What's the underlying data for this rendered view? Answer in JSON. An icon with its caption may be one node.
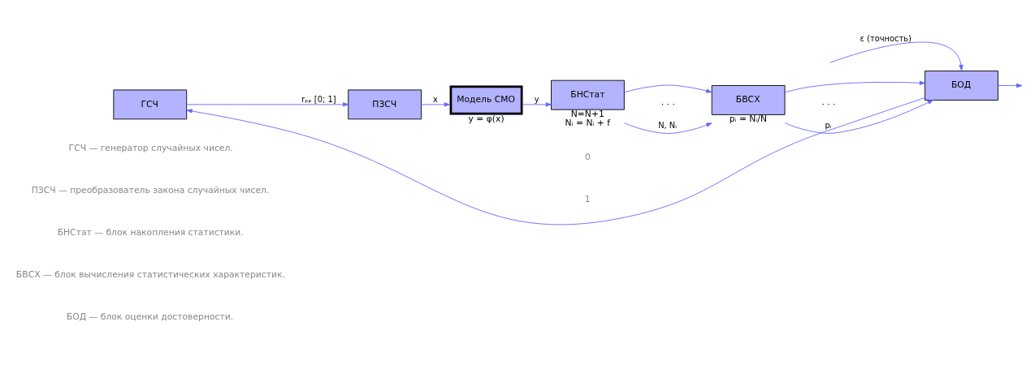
{
  "diagram": {
    "nodes": [
      {
        "text": [
          "ГСЧ"
        ]
      },
      {
        "text": [
          "ПЗСЧ"
        ]
      },
      {
        "text": [
          "Модель СМО"
        ],
        "beside": [
          "y = φ(x)"
        ]
      },
      {
        "text": [
          "БНСтат"
        ],
        "beside": [
          "N=N+1",
          "Nᵢ = Nᵢ + f"
        ]
      },
      {
        "text": [
          "БВСХ"
        ],
        "beside": [
          "pᵢ = Nᵢ/N"
        ]
      },
      {
        "text": [
          "БОД"
        ]
      }
    ],
    "edges": [
      {
        "from": 0,
        "to": 1,
        "arrow": "to",
        "label": "rₚₚ [0; 1]"
      },
      {
        "from": 1,
        "to": 2,
        "arrow": "to",
        "label": "x"
      },
      {
        "from": 2,
        "to": 3,
        "arrow": "to",
        "label": "y"
      },
      {
        "from": 3,
        "to": 4,
        "arrow": "to",
        "label": "N, Nᵢ"
      },
      {
        "from": 3,
        "to": 4,
        "arrow": "to"
      },
      {
        "from": 4,
        "to": 5,
        "arrow": "to",
        "label": "pᵢ"
      },
      {
        "from": 4,
        "to": 5,
        "arrow": "to"
      },
      {
        "from": null,
        "to": 5,
        "arrow": "to",
        "label": "ε (точность)"
      },
      {
        "from": 5,
        "to": null,
        "arrow": "to"
      },
      {
        "from": 5,
        "to": 0,
        "arrow": "to"
      }
    ],
    "labels": [
      "· · ·",
      "· · ·",
      "0",
      "1",
      "ГСЧ — генератор случайных чисел.",
      "ПЗСЧ — преобразователь закона случайных чисел.",
      "БНСтат — блок накопления статистики.",
      "БВСХ — блок вычисления статистических характеристик.",
      "БОД — блок оценки достоверности."
    ]
  }
}
